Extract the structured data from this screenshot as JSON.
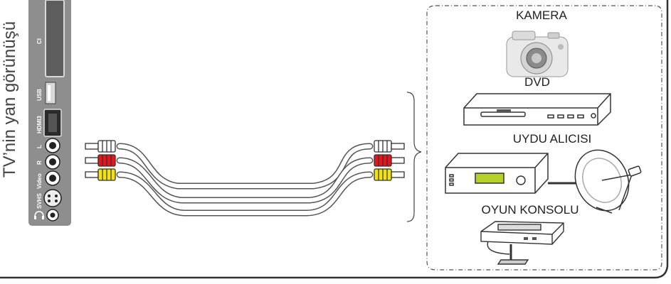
{
  "side_title": "TV’nin yan görünüşü",
  "panel_labels": {
    "ci": "CI",
    "usb": "USB",
    "hdmi3": "HDMI3",
    "l": "L",
    "r": "R",
    "video": "Video",
    "svhs": "SVHS"
  },
  "devices": {
    "camera": "KAMERA",
    "dvd": "DVD",
    "satellite": "UYDU ALICISI",
    "console": "OYUN KONSOLU"
  },
  "colors": {
    "plug_white": "#ffffff",
    "plug_red": "#e8141b",
    "plug_yellow": "#f5e400",
    "panel_gray": "#8e8e8e",
    "outline": "#333333"
  }
}
